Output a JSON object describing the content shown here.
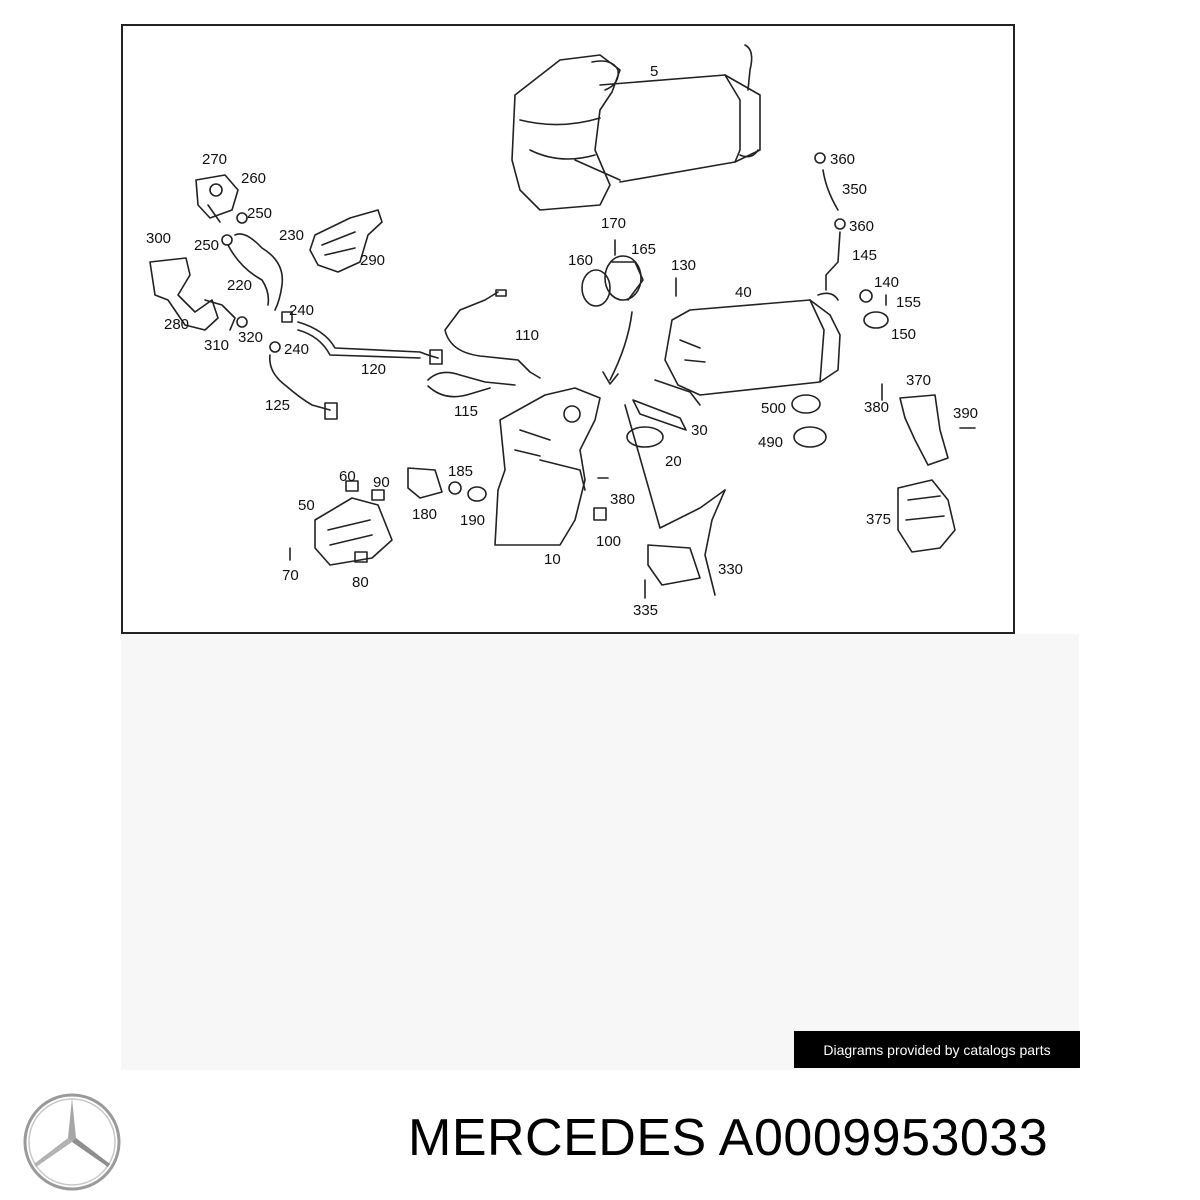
{
  "diagram": {
    "callouts": [
      {
        "id": "c5",
        "text": "5"
      },
      {
        "id": "c270",
        "text": "270"
      },
      {
        "id": "c260",
        "text": "260"
      },
      {
        "id": "c250a",
        "text": "250"
      },
      {
        "id": "c300",
        "text": "300"
      },
      {
        "id": "c250b",
        "text": "250"
      },
      {
        "id": "c230",
        "text": "230"
      },
      {
        "id": "c290",
        "text": "290"
      },
      {
        "id": "c220",
        "text": "220"
      },
      {
        "id": "c240a",
        "text": "240"
      },
      {
        "id": "c280",
        "text": "280"
      },
      {
        "id": "c320",
        "text": "320"
      },
      {
        "id": "c310",
        "text": "310"
      },
      {
        "id": "c240b",
        "text": "240"
      },
      {
        "id": "c120",
        "text": "120"
      },
      {
        "id": "c125",
        "text": "125"
      },
      {
        "id": "c110",
        "text": "110"
      },
      {
        "id": "c115",
        "text": "115"
      },
      {
        "id": "c170",
        "text": "170"
      },
      {
        "id": "c160",
        "text": "160"
      },
      {
        "id": "c165",
        "text": "165"
      },
      {
        "id": "c130",
        "text": "130"
      },
      {
        "id": "c40",
        "text": "40"
      },
      {
        "id": "c360a",
        "text": "360"
      },
      {
        "id": "c350",
        "text": "350"
      },
      {
        "id": "c360b",
        "text": "360"
      },
      {
        "id": "c145",
        "text": "145"
      },
      {
        "id": "c140",
        "text": "140"
      },
      {
        "id": "c155",
        "text": "155"
      },
      {
        "id": "c150",
        "text": "150"
      },
      {
        "id": "c370",
        "text": "370"
      },
      {
        "id": "c380a",
        "text": "380"
      },
      {
        "id": "c390",
        "text": "390"
      },
      {
        "id": "c500",
        "text": "500"
      },
      {
        "id": "c490",
        "text": "490"
      },
      {
        "id": "c30",
        "text": "30"
      },
      {
        "id": "c20",
        "text": "20"
      },
      {
        "id": "c375",
        "text": "375"
      },
      {
        "id": "c60",
        "text": "60"
      },
      {
        "id": "c90",
        "text": "90"
      },
      {
        "id": "c185",
        "text": "185"
      },
      {
        "id": "c50",
        "text": "50"
      },
      {
        "id": "c180",
        "text": "180"
      },
      {
        "id": "c190",
        "text": "190"
      },
      {
        "id": "c380b",
        "text": "380"
      },
      {
        "id": "c100",
        "text": "100"
      },
      {
        "id": "c10",
        "text": "10"
      },
      {
        "id": "c70",
        "text": "70"
      },
      {
        "id": "c80",
        "text": "80"
      },
      {
        "id": "c330",
        "text": "330"
      },
      {
        "id": "c335",
        "text": "335"
      }
    ]
  },
  "credit": "Diagrams provided by catalogs parts",
  "brand": "MERCEDES",
  "part_number": "A0009953033",
  "colors": {
    "line": "#222222",
    "badge_bg": "#000000",
    "logo": "#9a9a9a"
  }
}
